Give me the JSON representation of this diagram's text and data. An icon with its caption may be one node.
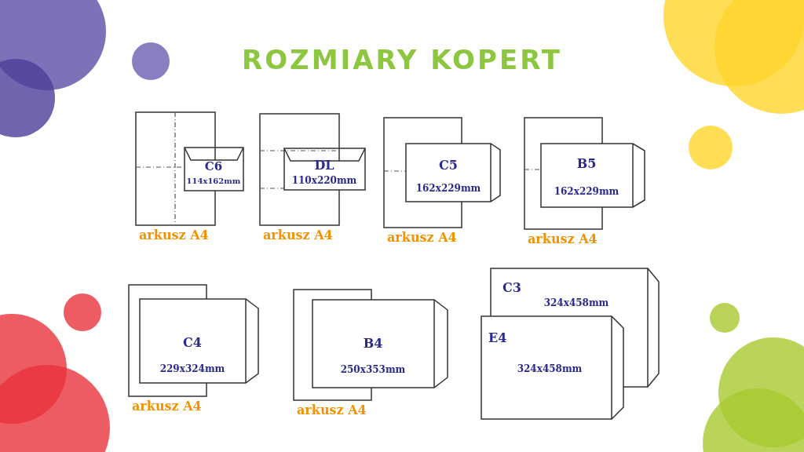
{
  "diagram": {
    "title": "ROZMIARY KOPERT",
    "nodes": [
      {
        "text": [
          "arkusz A4"
        ]
      },
      {
        "text": [
          "C6",
          "114x162mm"
        ]
      },
      {
        "text": [
          "arkusz A4"
        ]
      },
      {
        "text": [
          "DL",
          "110x220mm"
        ]
      },
      {
        "text": [
          "arkusz A4"
        ]
      },
      {
        "text": [
          "C5",
          "162x229mm"
        ]
      },
      {
        "text": [
          "arkusz A4"
        ]
      },
      {
        "text": [
          "B5",
          "162x229mm"
        ]
      },
      {
        "text": [
          "arkusz A4"
        ]
      },
      {
        "text": [
          "C4",
          "229x324mm"
        ]
      },
      {
        "text": [
          "arkusz A4"
        ]
      },
      {
        "text": [
          "B4",
          "250x353mm"
        ]
      },
      {
        "text": [
          "C3",
          "324x458mm"
        ]
      },
      {
        "text": [
          "E4",
          "324x458mm"
        ]
      }
    ],
    "edges": []
  }
}
